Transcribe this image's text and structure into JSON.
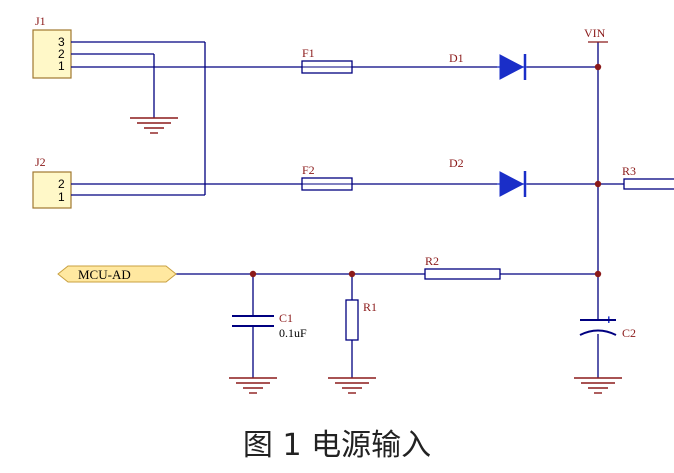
{
  "components": {
    "j1": {
      "ref": "J1",
      "pins": [
        "3",
        "2",
        "1"
      ]
    },
    "j2": {
      "ref": "J2",
      "pins": [
        "2",
        "1"
      ]
    },
    "f1": {
      "ref": "F1"
    },
    "f2": {
      "ref": "F2"
    },
    "d1": {
      "ref": "D1"
    },
    "d2": {
      "ref": "D2"
    },
    "r1": {
      "ref": "R1"
    },
    "r2": {
      "ref": "R2"
    },
    "r3": {
      "ref": "R3"
    },
    "c1": {
      "ref": "C1",
      "value": "0.1uF"
    },
    "c2": {
      "ref": "C2",
      "polarity": "+"
    }
  },
  "nets": {
    "vin": "VIN",
    "mcu_ad": "MCU-AD"
  },
  "caption": "图 1  电源输入",
  "colors": {
    "wire": "#000080",
    "diode": "#1a2ec8",
    "body": "#ffffff",
    "connector_fill": "#fff8c8",
    "connector_stroke": "#a07830",
    "junction": "#8b1a1a",
    "ground": "#8b1a1a",
    "port_fill": "#ffe8a0",
    "ref_text": "#8b1a1a"
  }
}
